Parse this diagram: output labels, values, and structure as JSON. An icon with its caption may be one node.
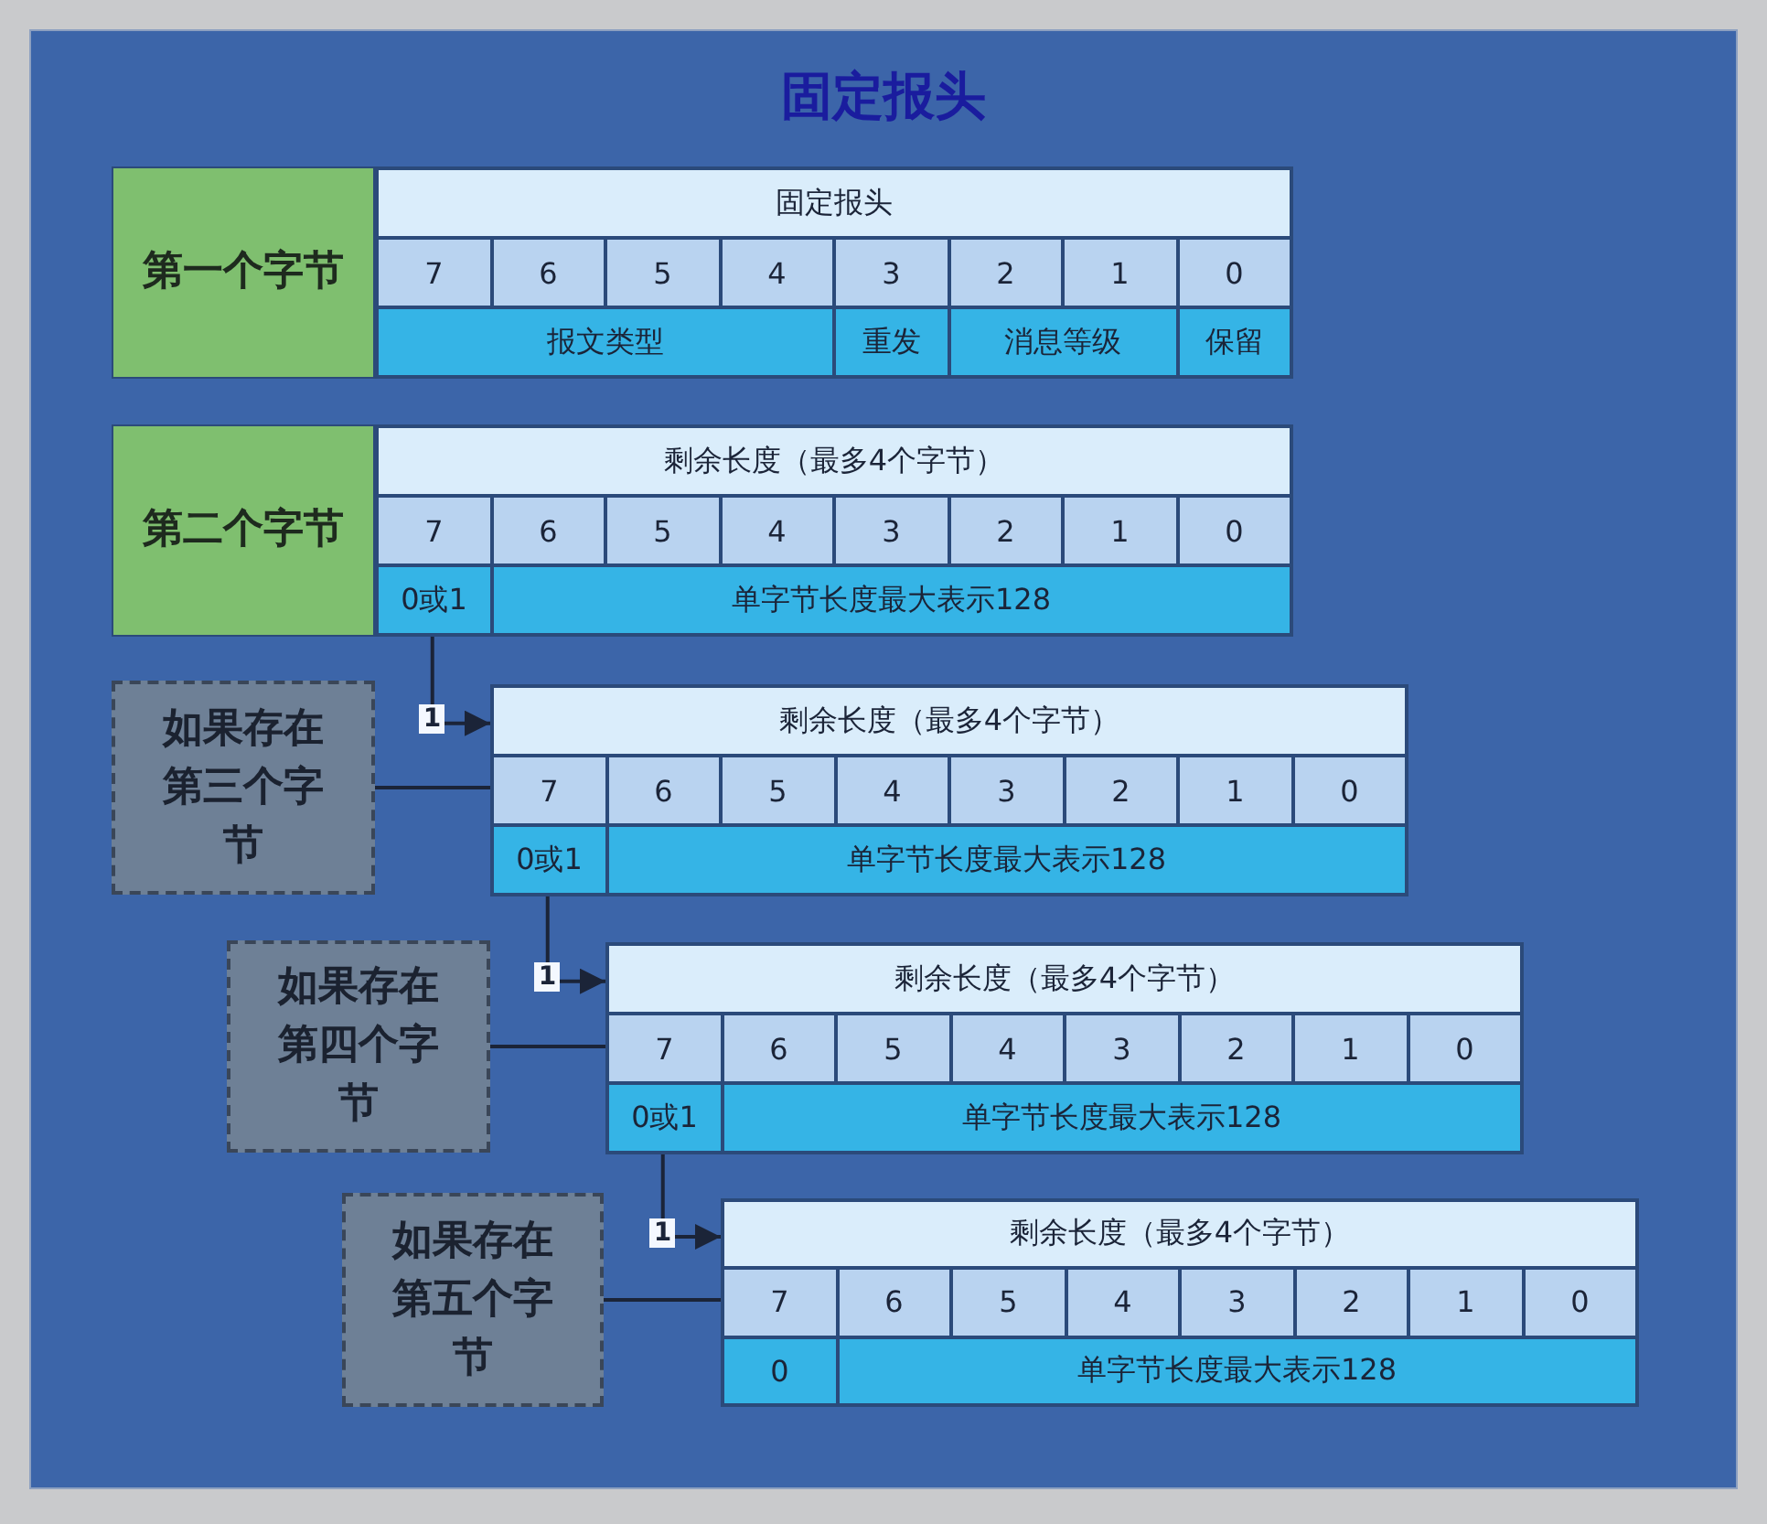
{
  "diagram": {
    "title": "固定报头",
    "nodes": [
      {
        "text": [
          "第一个字节"
        ]
      },
      {
        "text": [
          "固定报头",
          "7",
          "6",
          "5",
          "4",
          "3",
          "2",
          "1",
          "0",
          "报文类型",
          "重发",
          "消息等级",
          "保留"
        ]
      },
      {
        "text": [
          "第二个字节"
        ]
      },
      {
        "text": [
          "剩余长度（最多4个字节）",
          "7",
          "6",
          "5",
          "4",
          "3",
          "2",
          "1",
          "0",
          "0或1",
          "单字节长度最大表示128"
        ]
      },
      {
        "text": [
          "如果存在第三个字节"
        ]
      },
      {
        "text": [
          "剩余长度（最多4个字节）",
          "7",
          "6",
          "5",
          "4",
          "3",
          "2",
          "1",
          "0",
          "0或1",
          "单字节长度最大表示128"
        ]
      },
      {
        "text": [
          "如果存在第四个字节"
        ]
      },
      {
        "text": [
          "剩余长度（最多4个字节）",
          "7",
          "6",
          "5",
          "4",
          "3",
          "2",
          "1",
          "0",
          "0或1",
          "单字节长度最大表示128"
        ]
      },
      {
        "text": [
          "如果存在第五个字节"
        ]
      },
      {
        "text": [
          "剩余长度（最多4个字节）",
          "7",
          "6",
          "5",
          "4",
          "3",
          "2",
          "1",
          "0",
          "0",
          "单字节长度最大表示128"
        ]
      }
    ],
    "edges": [
      {
        "from": 3,
        "to": 5,
        "arrow": "to",
        "label": "1"
      },
      {
        "from": 5,
        "to": 7,
        "arrow": "to",
        "label": "1"
      },
      {
        "from": 7,
        "to": 9,
        "arrow": "to",
        "label": "1"
      },
      {
        "from": 4,
        "to": 5,
        "arrow": "none"
      },
      {
        "from": 6,
        "to": 7,
        "arrow": "none"
      },
      {
        "from": 8,
        "to": 9,
        "arrow": "none"
      }
    ]
  }
}
